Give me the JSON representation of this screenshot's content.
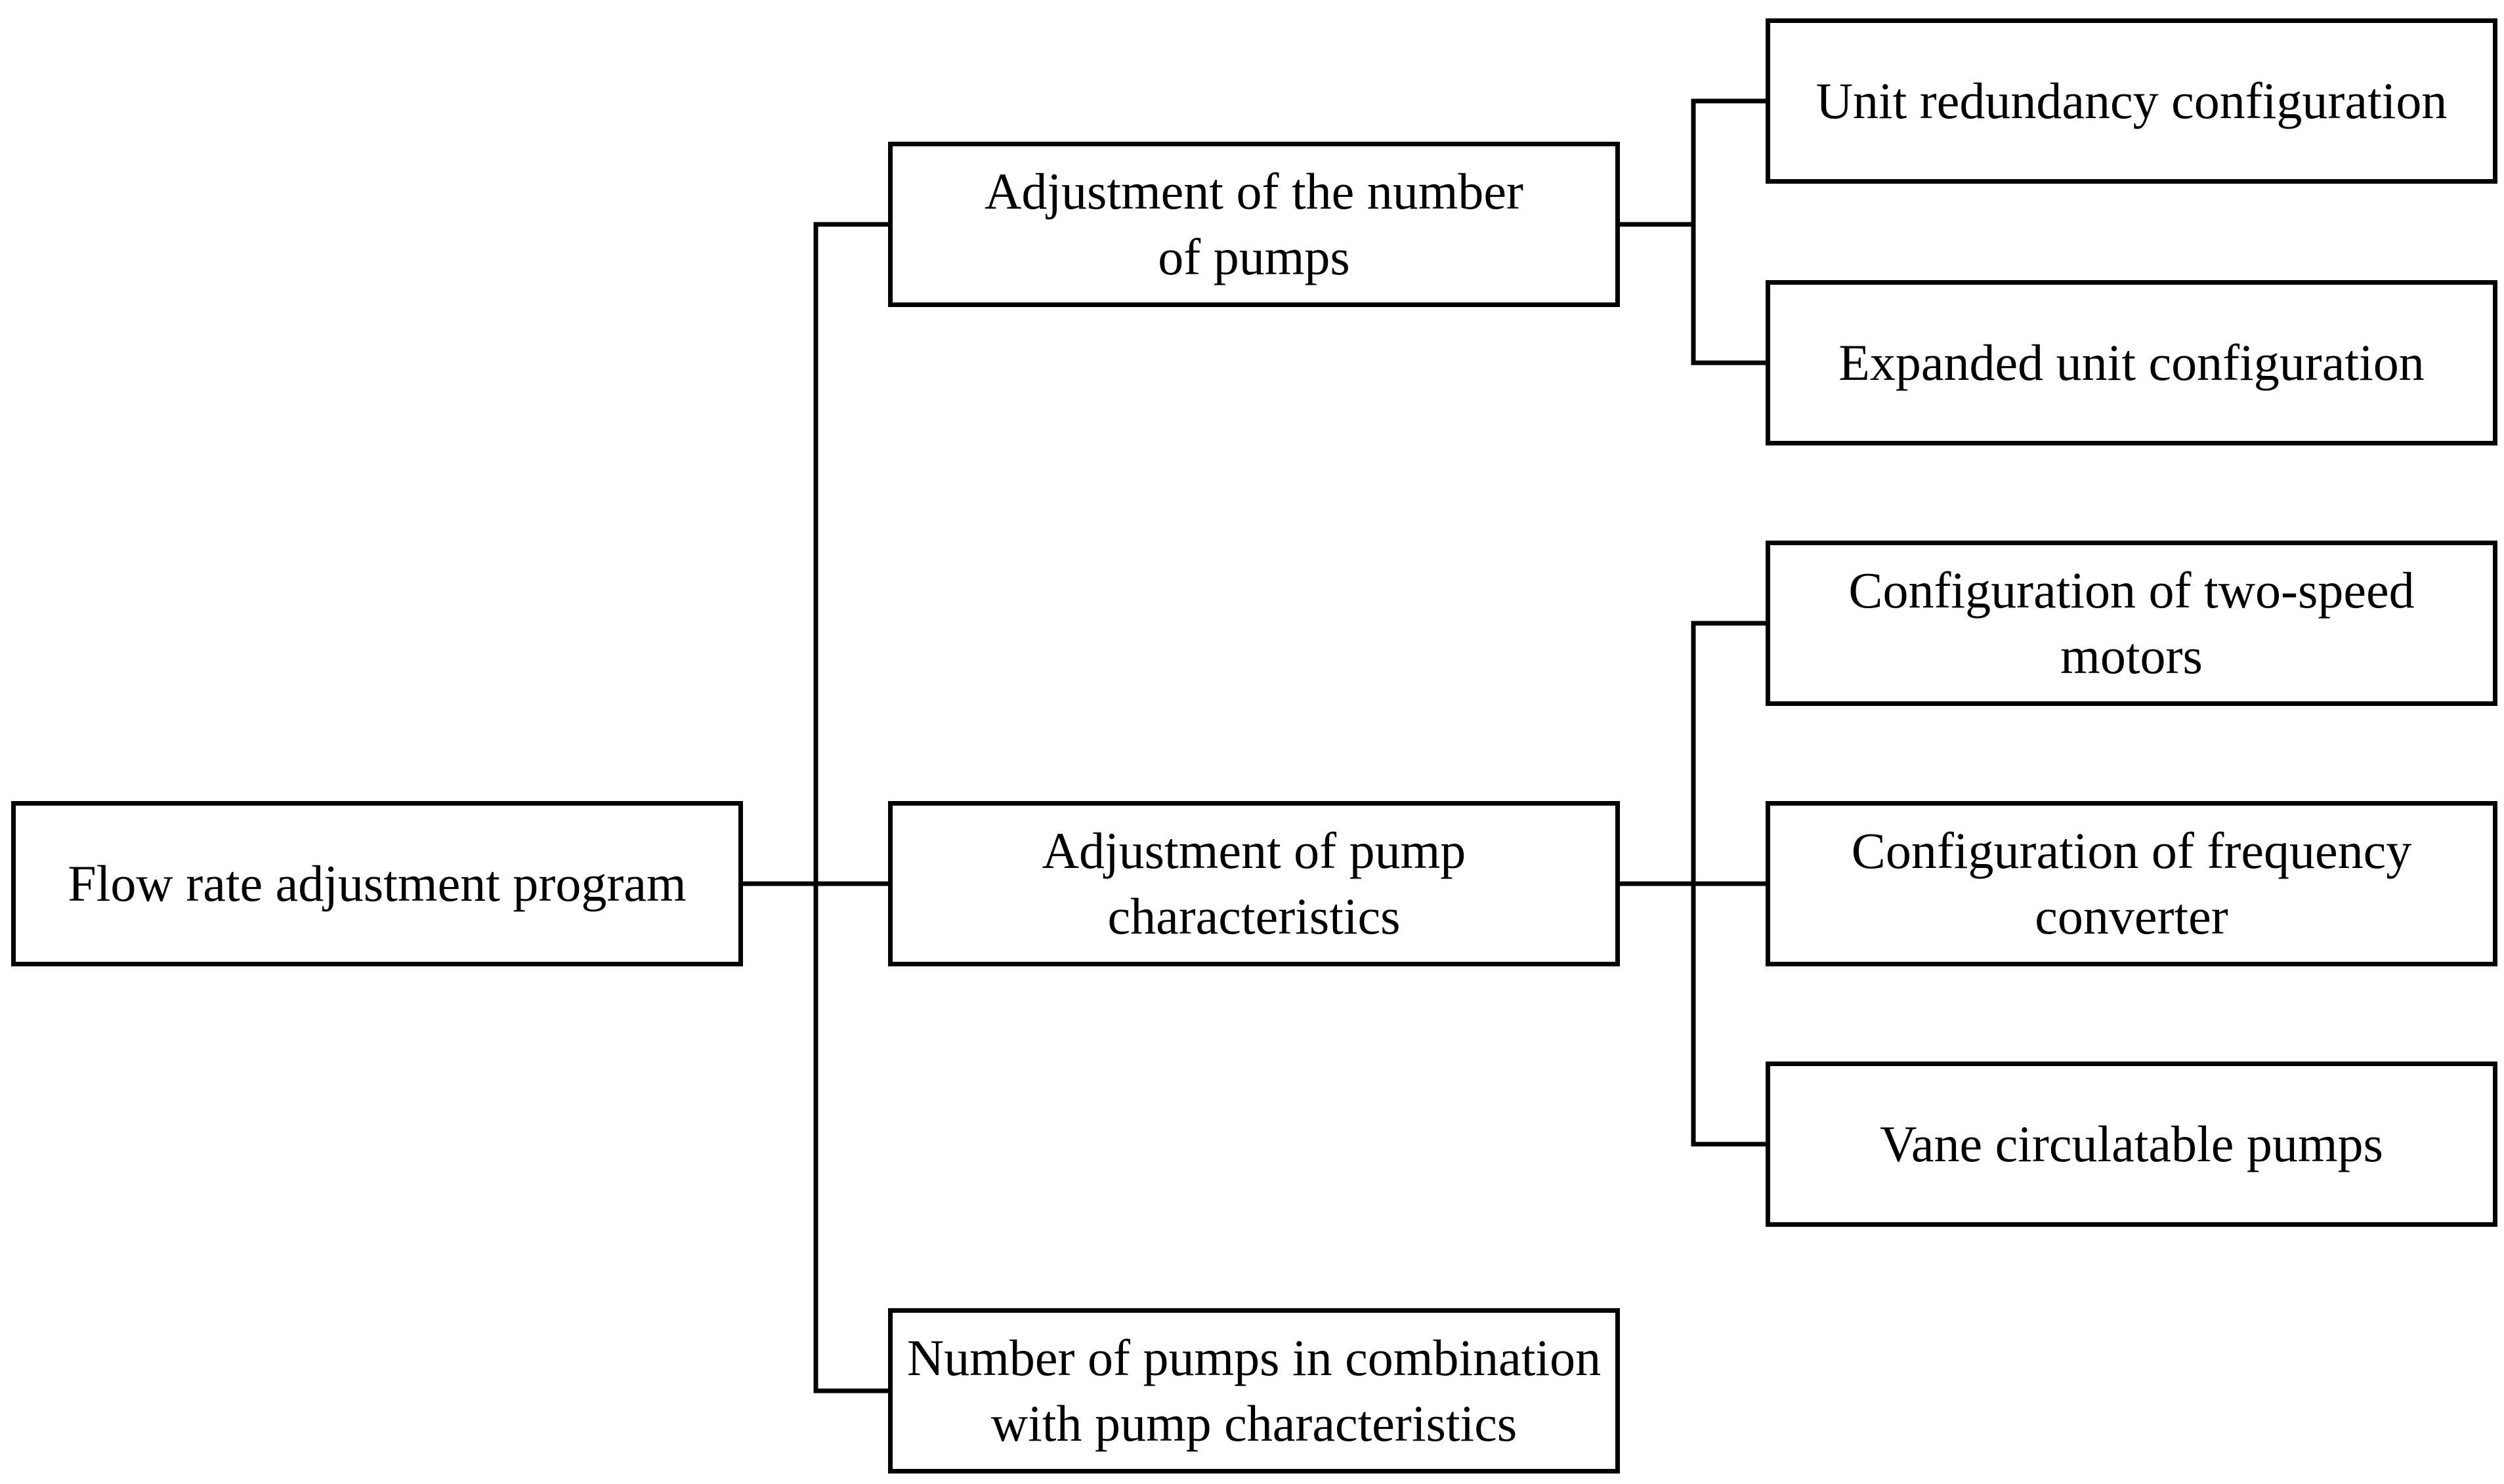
{
  "diagram": {
    "root": {
      "label": "Flow rate adjustment program"
    },
    "branches": [
      {
        "label": "Adjustment of the number\nof pumps",
        "children": [
          {
            "label": "Unit redundancy configuration"
          },
          {
            "label": "Expanded unit configuration"
          }
        ]
      },
      {
        "label": "Adjustment of pump\ncharacteristics",
        "children": [
          {
            "label": "Configuration of two-speed\nmotors"
          },
          {
            "label": "Configuration of frequency\nconverter"
          },
          {
            "label": "Vane circulatable pumps"
          }
        ]
      },
      {
        "label": "Number of pumps in combination\nwith pump characteristics",
        "children": []
      }
    ]
  }
}
